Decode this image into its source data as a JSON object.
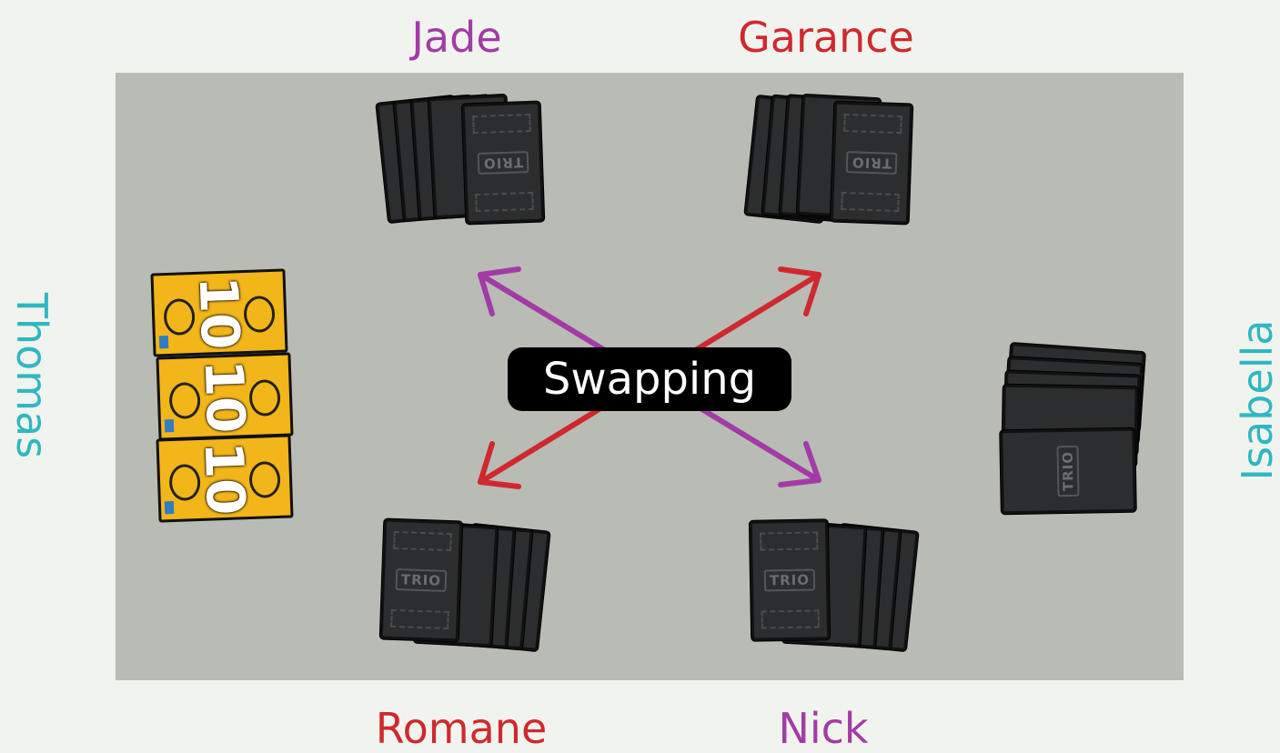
{
  "game": {
    "title": "TRIO"
  },
  "status": {
    "label": "Swapping"
  },
  "colors": {
    "purple": "#a33ba6",
    "red": "#d0282f",
    "teal": "#2fb7c1",
    "table": "#b9bbb5"
  },
  "players": {
    "jade": {
      "name": "Jade",
      "color": "#a33ba6"
    },
    "garance": {
      "name": "Garance",
      "color": "#d0282f"
    },
    "romane": {
      "name": "Romane",
      "color": "#d0282f"
    },
    "nick": {
      "name": "Nick",
      "color": "#a33ba6"
    },
    "thomas": {
      "name": "Thomas",
      "color": "#2fb7c1"
    },
    "isabella": {
      "name": "Isabella",
      "color": "#2fb7c1"
    }
  },
  "thomas_hand": {
    "cards": [
      "10",
      "10",
      "10"
    ]
  },
  "swaps": [
    {
      "from": "Nick",
      "to": "Jade",
      "color": "#a33ba6"
    },
    {
      "from": "Romane",
      "to": "Garance",
      "color": "#d0282f"
    }
  ]
}
